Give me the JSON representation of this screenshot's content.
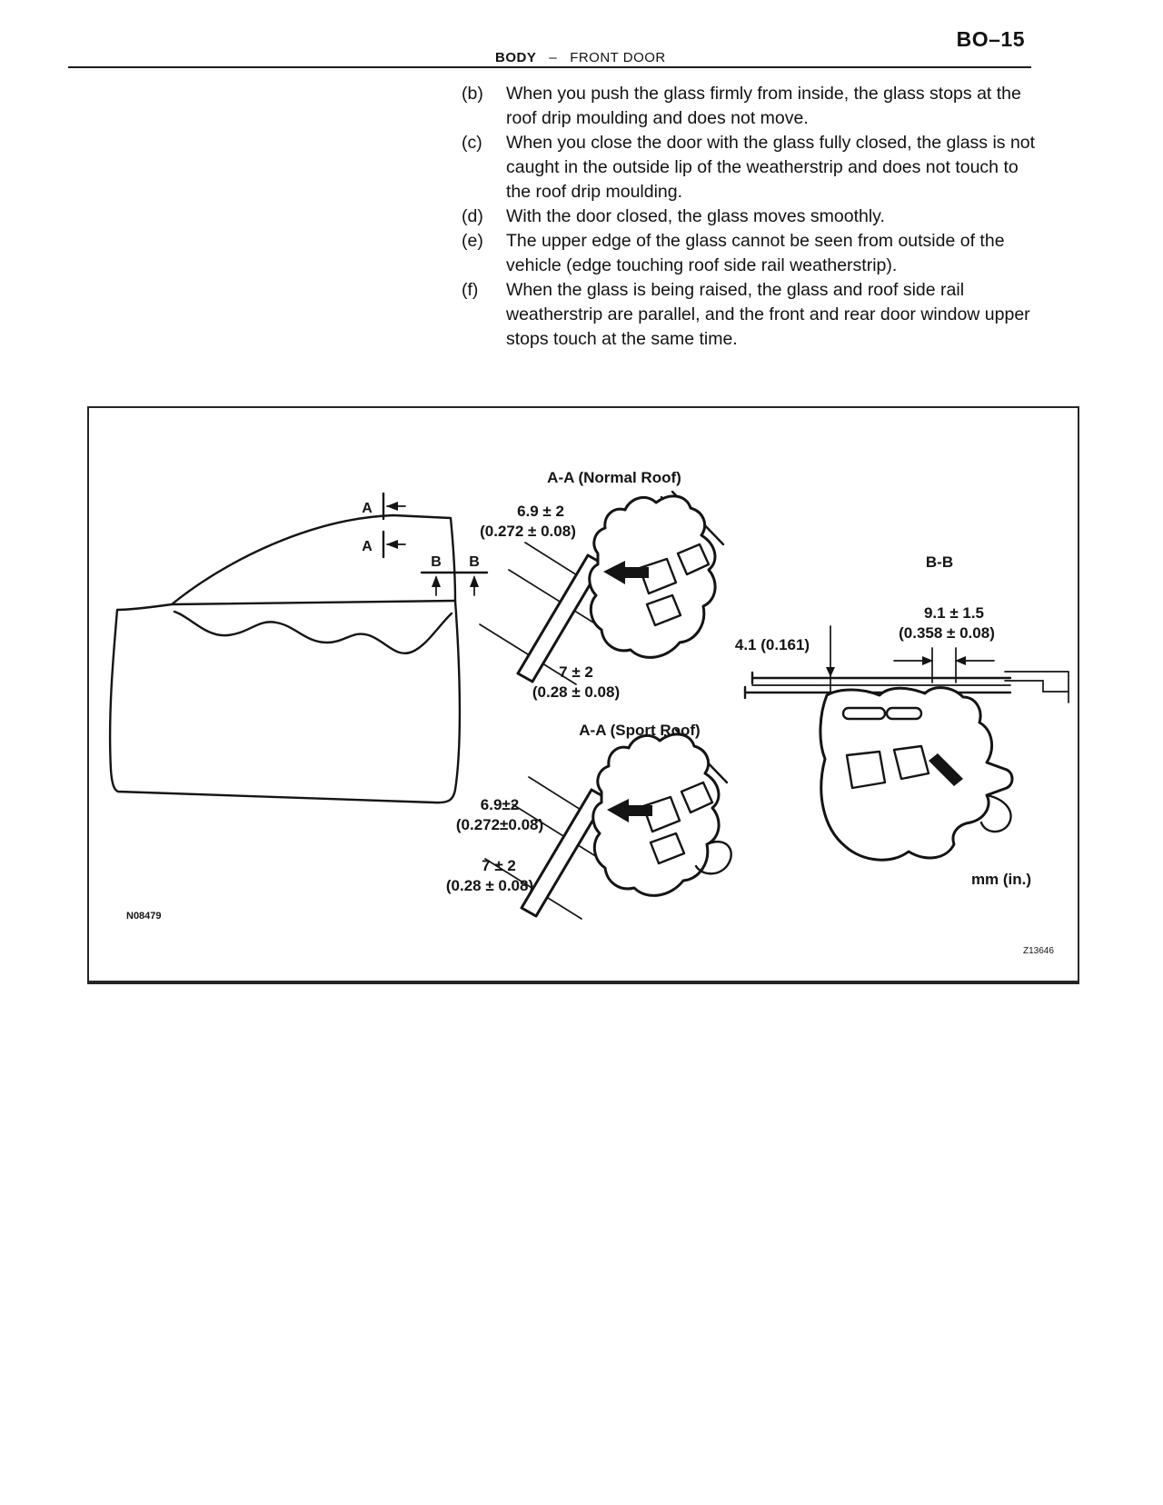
{
  "page": {
    "page_number": "BO–15",
    "section": "BODY",
    "separator": "–",
    "subsection": "FRONT DOOR"
  },
  "instructions": [
    {
      "label": "(b)",
      "text": "When you push the glass firmly from inside, the glass stops at the roof drip moulding and does not move."
    },
    {
      "label": "(c)",
      "text": "When you close the door with the glass fully closed, the glass is not caught in the outside lip of the weatherstrip and does not touch to the roof drip moulding."
    },
    {
      "label": "(d)",
      "text": "With the door closed, the glass moves smoothly."
    },
    {
      "label": "(e)",
      "text": "The upper edge of the glass cannot be seen from outside of the vehicle (edge touching roof side rail weatherstrip)."
    },
    {
      "label": "(f)",
      "text": "When the glass is being raised, the glass and roof side rail weatherstrip are parallel, and the front and rear door window upper stops touch at the same time."
    }
  ],
  "figure": {
    "normal_roof": {
      "title": "A-A (Normal Roof)",
      "dim_top_mm": "6.9 ± 2",
      "dim_top_in": "(0.272 ± 0.08)",
      "dim_bottom_mm": "7 ± 2",
      "dim_bottom_in": "(0.28 ± 0.08)"
    },
    "sport_roof": {
      "title": "A-A (Sport Roof)",
      "dim_top_mm": "6.9±2",
      "dim_top_in": "(0.272±0.08)",
      "dim_bottom_mm": "7 ± 2",
      "dim_bottom_in": "(0.28 ± 0.08)"
    },
    "bb": {
      "title": "B-B",
      "dim_width_mm": "9.1 ± 1.5",
      "dim_width_in": "(0.358 ± 0.08)",
      "dim_thickness": "4.1 (0.161)"
    },
    "markers": {
      "a1": "A",
      "a2": "A",
      "b1": "B",
      "b2": "B"
    },
    "units_note": "mm (in.)",
    "code_left": "N08479",
    "code_right": "Z13646"
  }
}
